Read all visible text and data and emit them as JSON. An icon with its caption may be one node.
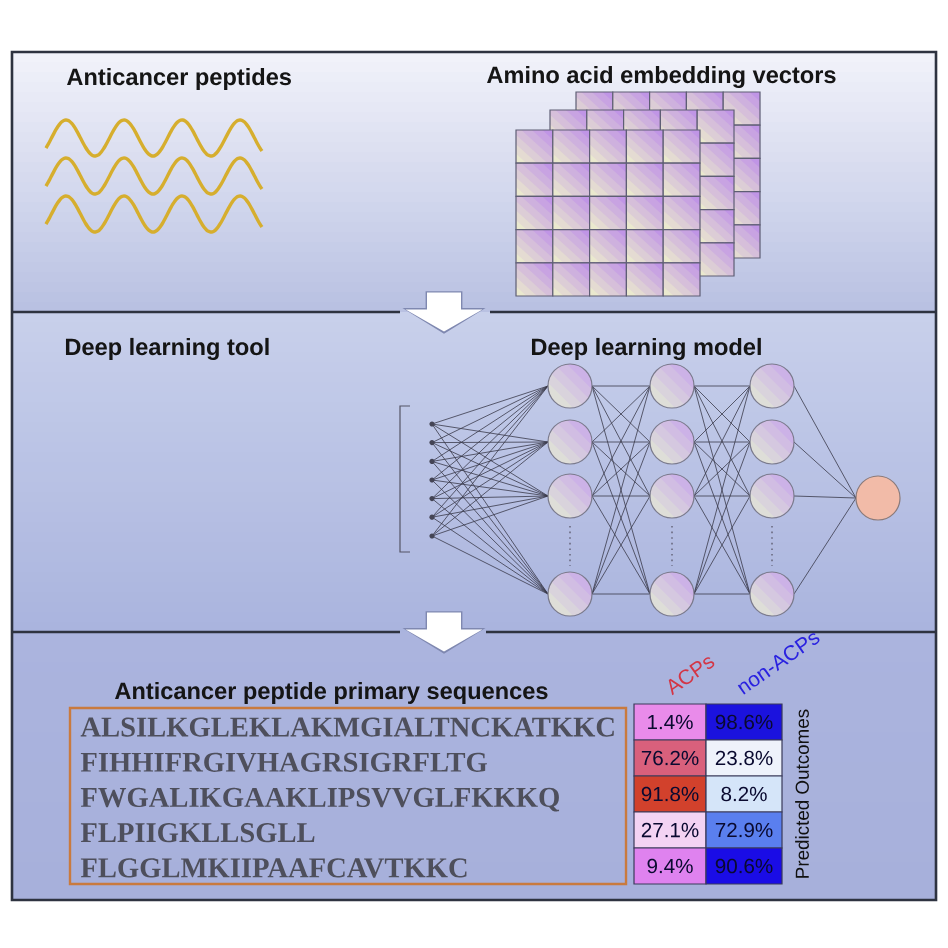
{
  "diagram": {
    "nodes": [
      {
        "text": [
          "Anticancer peptides",
          "Amino acid embedding vectors"
        ]
      },
      {
        "text": [
          "Deep learning tool",
          "Deep learning model"
        ]
      },
      {
        "text": [],
        "shape": "box"
      },
      {
        "text": [
          "Anticancer peptide primary sequences",
          "ALSILKGLEKLAKMGIALTNCKATKKC",
          "FIHHIFRGIVHAGRSIGRFLTG",
          "FWGALIKGAAKLIPSVVGLFKKKQ",
          "FLPIIGKLLSGLL",
          "FLGGLMKIIPAAFCAVTKKC"
        ],
        "in": 2
      }
    ],
    "edges": [
      {
        "from": 0,
        "to": 1,
        "arrow": "to"
      },
      {
        "from": 1,
        "to": 2,
        "arrow": "to"
      }
    ],
    "labels": [
      "ACPs",
      "non-ACPs",
      "1.4%",
      "98.6%",
      "76.2%",
      "23.8%",
      "91.8%",
      "8.2%",
      "27.1%",
      "72.9%",
      "9.4%",
      "90.6%",
      "Predicted Outcomes"
    ]
  }
}
